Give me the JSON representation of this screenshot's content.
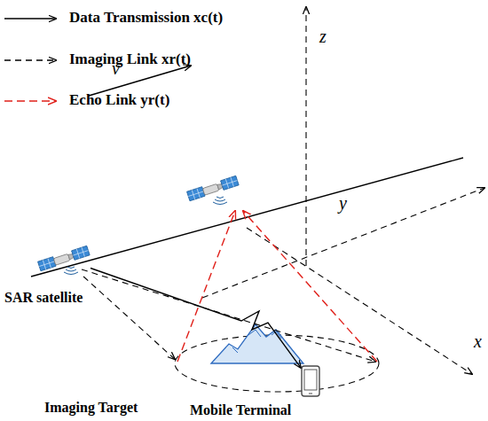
{
  "diagram": {
    "nodes": [
      {
        "text": [
          "SAR satellite"
        ]
      },
      {
        "text": [
          "Imaging Target"
        ]
      },
      {
        "text": [
          "Mobile Terminal"
        ]
      }
    ],
    "edges": [
      {
        "from": 0,
        "to": 2,
        "arrow": "to"
      },
      {
        "from": 0,
        "to": 1,
        "arrow": "to"
      }
    ],
    "labels": [
      "v",
      "z",
      "y",
      "x"
    ],
    "legend": [
      {
        "text": "Data Transmission xc(t)"
      },
      {
        "text": "Imaging Link xr(t)"
      },
      {
        "text": "Echo Link yr(t)"
      }
    ]
  }
}
